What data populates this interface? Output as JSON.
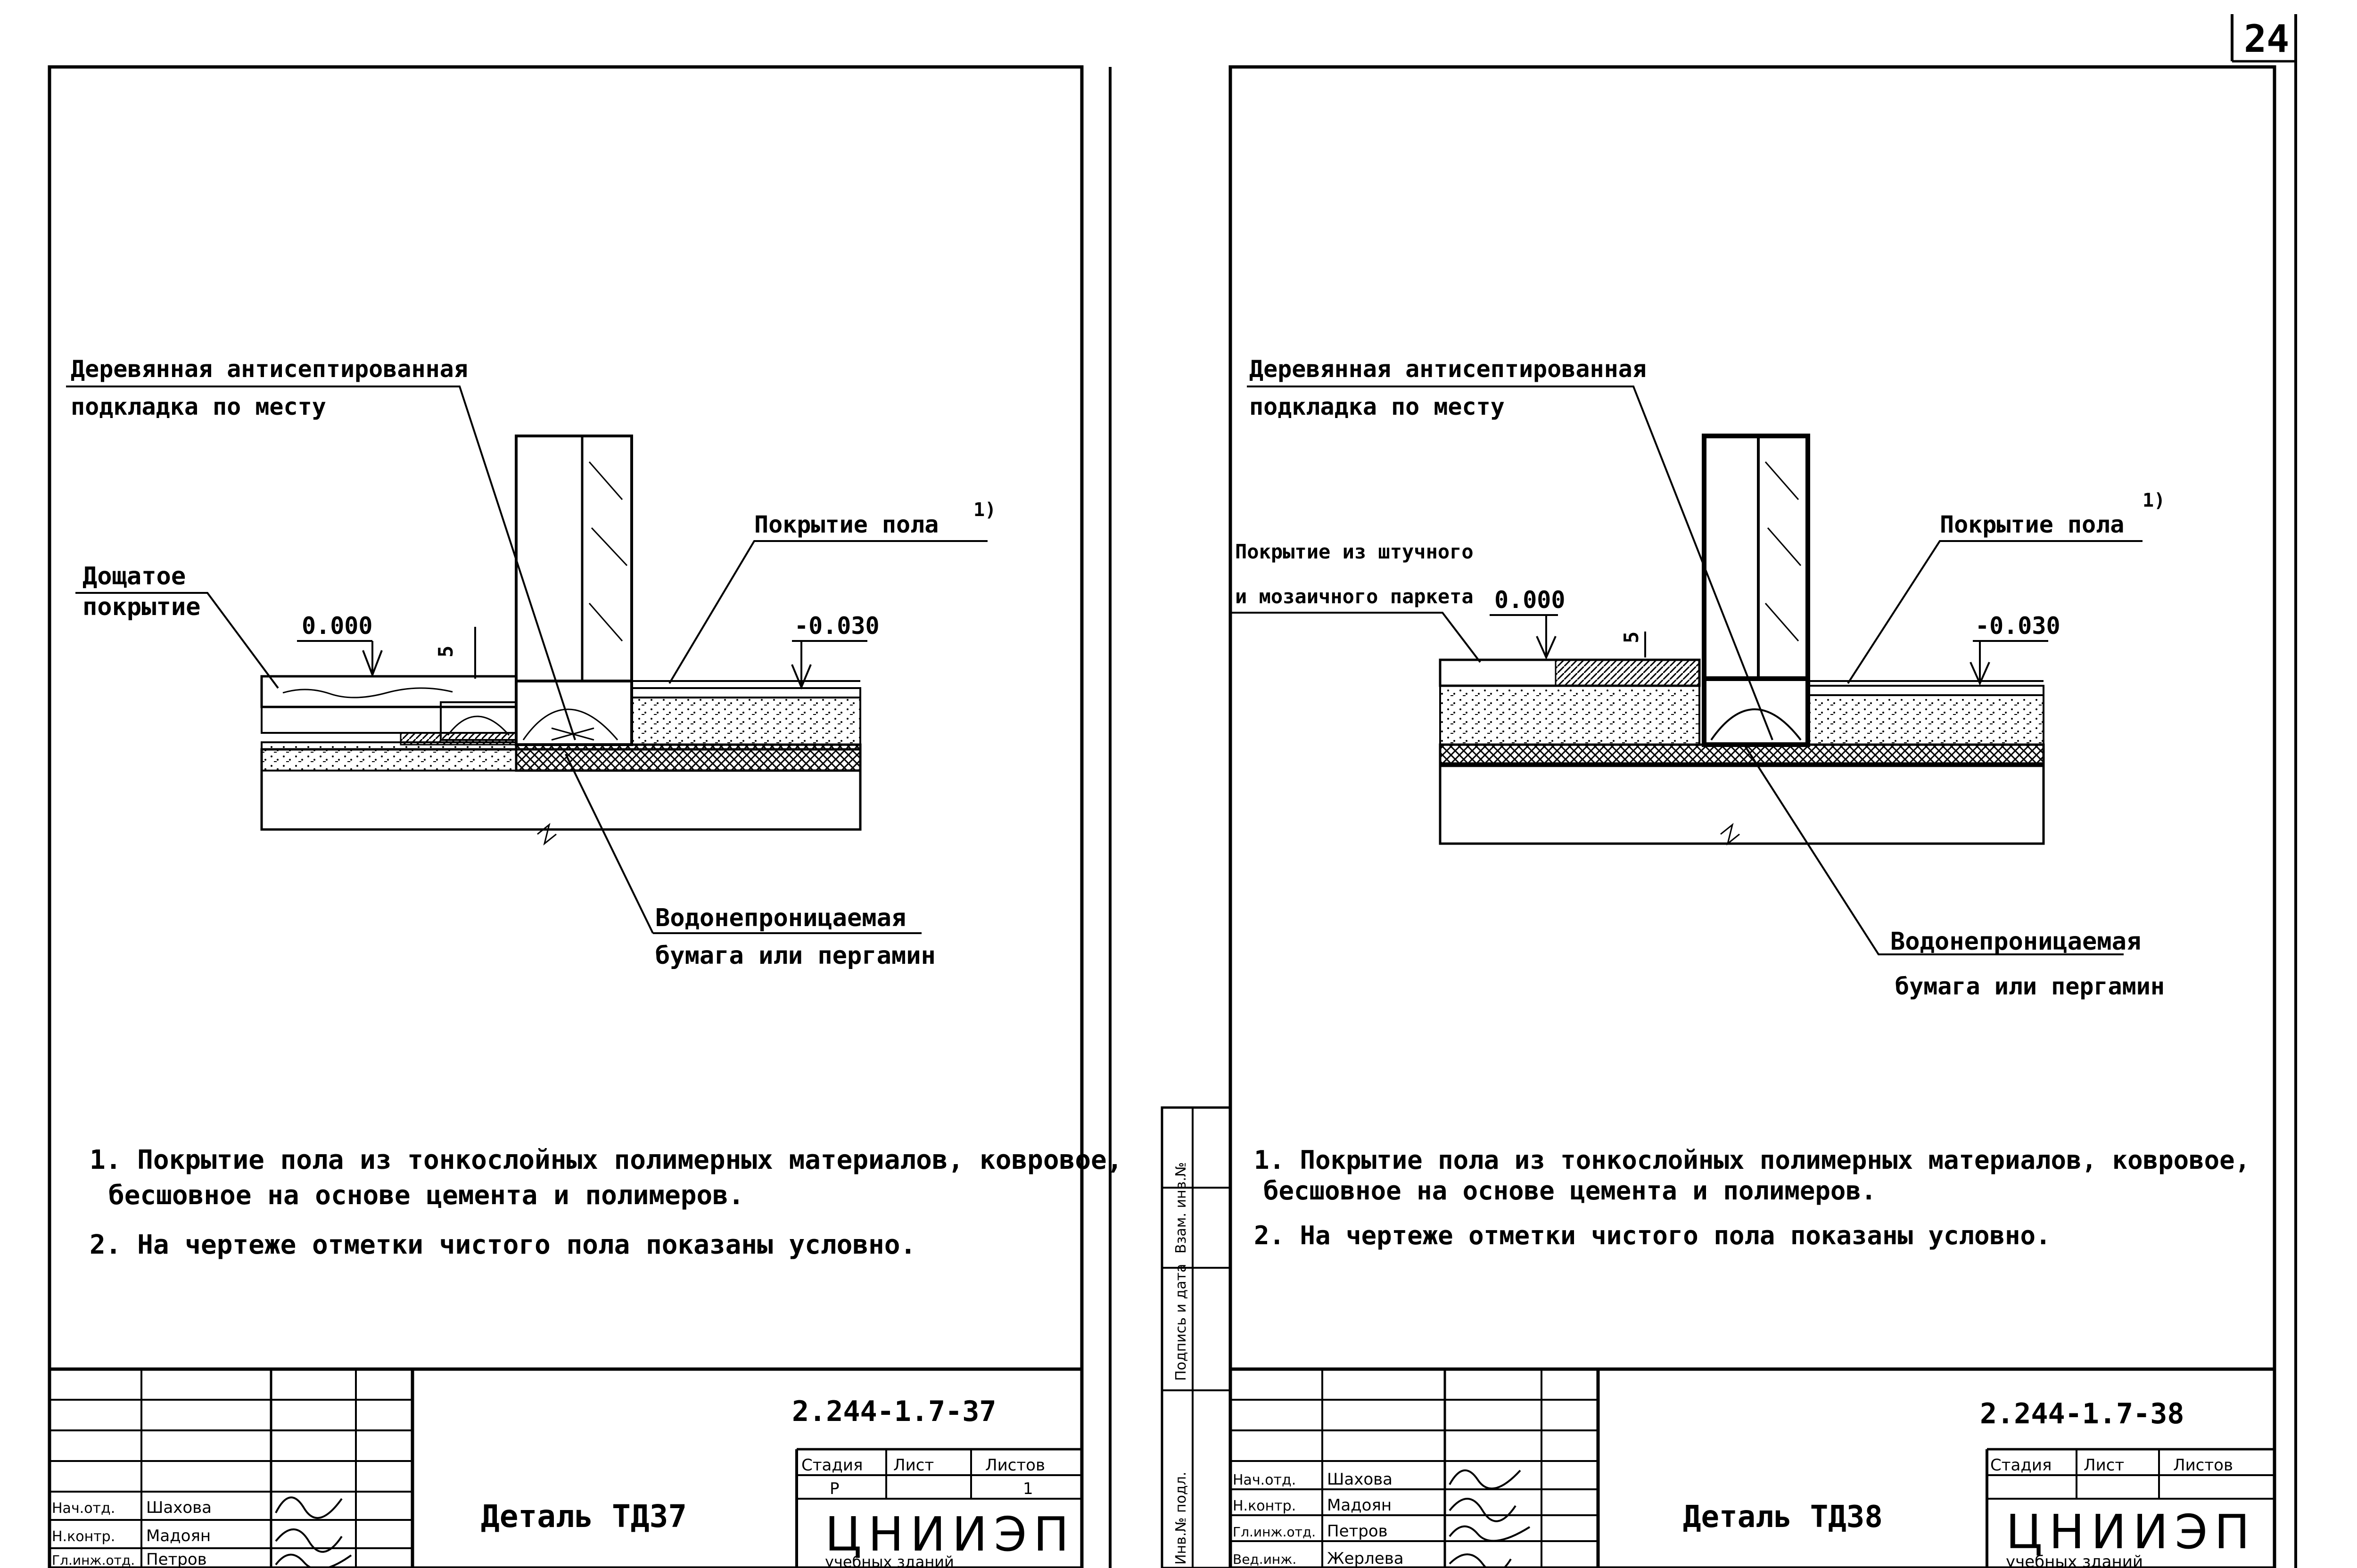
{
  "page_number": "24",
  "sheets": [
    {
      "callouts": {
        "top_label_line1": "Деревянная антисептированная",
        "top_label_line2": "подкладка по месту",
        "left_label_line1": "Дощатое",
        "left_label_line2": "покрытие",
        "right_label": "Покрытие пола",
        "footnote_mark": "1)",
        "bottom_label_line1": "Водонепроницаемая",
        "bottom_label_line2": "бумага или пергамин",
        "level_left": "0.000",
        "level_right": "-0.030",
        "gap": "5"
      },
      "notes": [
        "1. Покрытие пола из тонкослойных полимерных материалов, ковровое,",
        "бесшовное на основе цемента и полимеров.",
        "2. На чертеже отметки чистого пола показаны условно."
      ],
      "doc_code": "2.244-1.7-37",
      "title": "Деталь ТД37",
      "stage_headers": [
        "Стадия",
        "Лист",
        "Листов"
      ],
      "stage_values": [
        "Р",
        "",
        "1"
      ],
      "org": "ЦНИИЭП",
      "org_sub": "учебных зданий",
      "signers": [
        {
          "role": "Нач.отд.",
          "name": "Шахова"
        },
        {
          "role": "Н.контр.",
          "name": "Мадоян"
        },
        {
          "role": "Гл.инж.отд.",
          "name": "Петров"
        }
      ]
    },
    {
      "callouts": {
        "top_label_line1": "Деревянная антисептированная",
        "top_label_line2": "подкладка по месту",
        "left_label_line1": "Покрытие из штучного",
        "left_label_line2": "и мозаичного паркета",
        "right_label": "Покрытие пола",
        "footnote_mark": "1)",
        "bottom_label_line1": "Водонепроницаемая",
        "bottom_label_line2": "бумага или пергамин",
        "level_left": "0.000",
        "level_right": "-0.030",
        "gap": "5"
      },
      "notes": [
        "1. Покрытие пола из тонкослойных полимерных материалов, ковровое,",
        "бесшовное на основе цемента и полимеров.",
        "2. На чертеже отметки чистого пола показаны условно."
      ],
      "doc_code": "2.244-1.7-38",
      "title": "Деталь ТД38",
      "stage_headers": [
        "Стадия",
        "Лист",
        "Листов"
      ],
      "org": "ЦНИИЭП",
      "org_sub": "учебных зданий",
      "signers": [
        {
          "role": "Нач.отд.",
          "name": "Шахова"
        },
        {
          "role": "Н.контр.",
          "name": "Мадоян"
        },
        {
          "role": "Гл.инж.отд.",
          "name": "Петров"
        },
        {
          "role": "Вед.инж.",
          "name": "Жерлева"
        }
      ],
      "side_stamp": [
        "Инв.№ подл.",
        "Подпись и дата",
        "Взам. инв.№"
      ]
    }
  ]
}
